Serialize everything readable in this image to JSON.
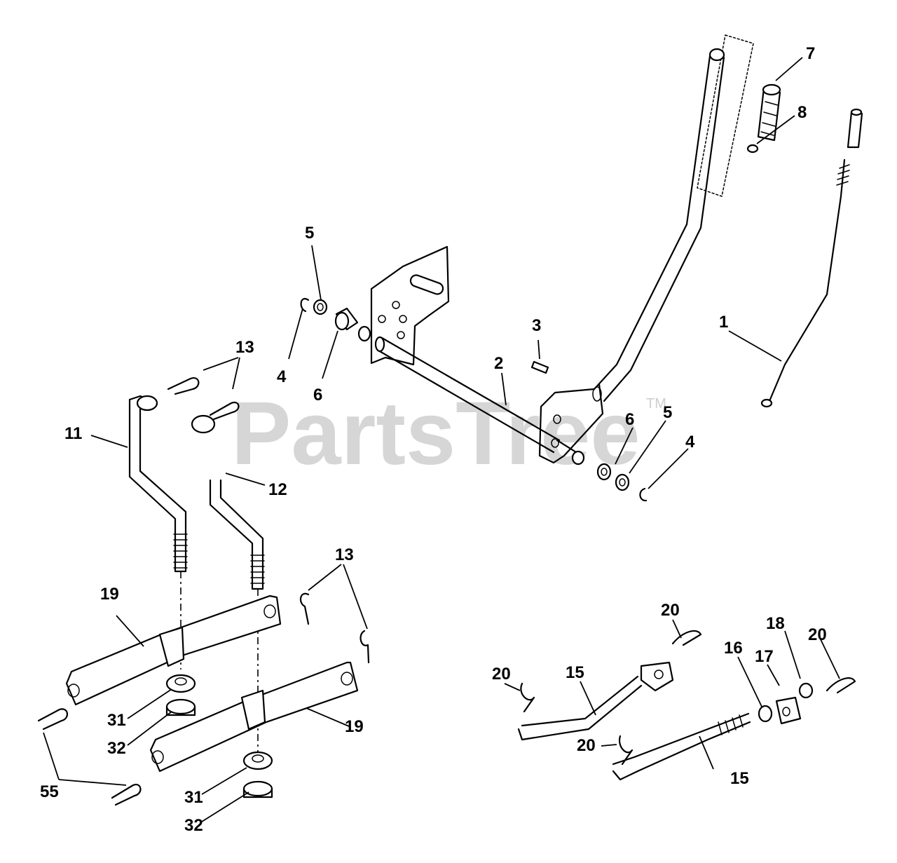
{
  "watermark": {
    "text": "PartsTree",
    "trademark": "TM"
  },
  "callouts": [
    {
      "id": "c1",
      "text": "1"
    },
    {
      "id": "c2",
      "text": "2"
    },
    {
      "id": "c3",
      "text": "3"
    },
    {
      "id": "c4a",
      "text": "4"
    },
    {
      "id": "c4b",
      "text": "4"
    },
    {
      "id": "c5a",
      "text": "5"
    },
    {
      "id": "c5b",
      "text": "5"
    },
    {
      "id": "c6a",
      "text": "6"
    },
    {
      "id": "c6b",
      "text": "6"
    },
    {
      "id": "c7",
      "text": "7"
    },
    {
      "id": "c8",
      "text": "8"
    },
    {
      "id": "c11",
      "text": "11"
    },
    {
      "id": "c12",
      "text": "12"
    },
    {
      "id": "c13a",
      "text": "13"
    },
    {
      "id": "c13b",
      "text": "13"
    },
    {
      "id": "c15a",
      "text": "15"
    },
    {
      "id": "c15b",
      "text": "15"
    },
    {
      "id": "c16",
      "text": "16"
    },
    {
      "id": "c17",
      "text": "17"
    },
    {
      "id": "c18",
      "text": "18"
    },
    {
      "id": "c19a",
      "text": "19"
    },
    {
      "id": "c19b",
      "text": "19"
    },
    {
      "id": "c20a",
      "text": "20"
    },
    {
      "id": "c20b",
      "text": "20"
    },
    {
      "id": "c20c",
      "text": "20"
    },
    {
      "id": "c20d",
      "text": "20"
    },
    {
      "id": "c31a",
      "text": "31"
    },
    {
      "id": "c31b",
      "text": "31"
    },
    {
      "id": "c32a",
      "text": "32"
    },
    {
      "id": "c32b",
      "text": "32"
    },
    {
      "id": "c55",
      "text": "55"
    }
  ]
}
